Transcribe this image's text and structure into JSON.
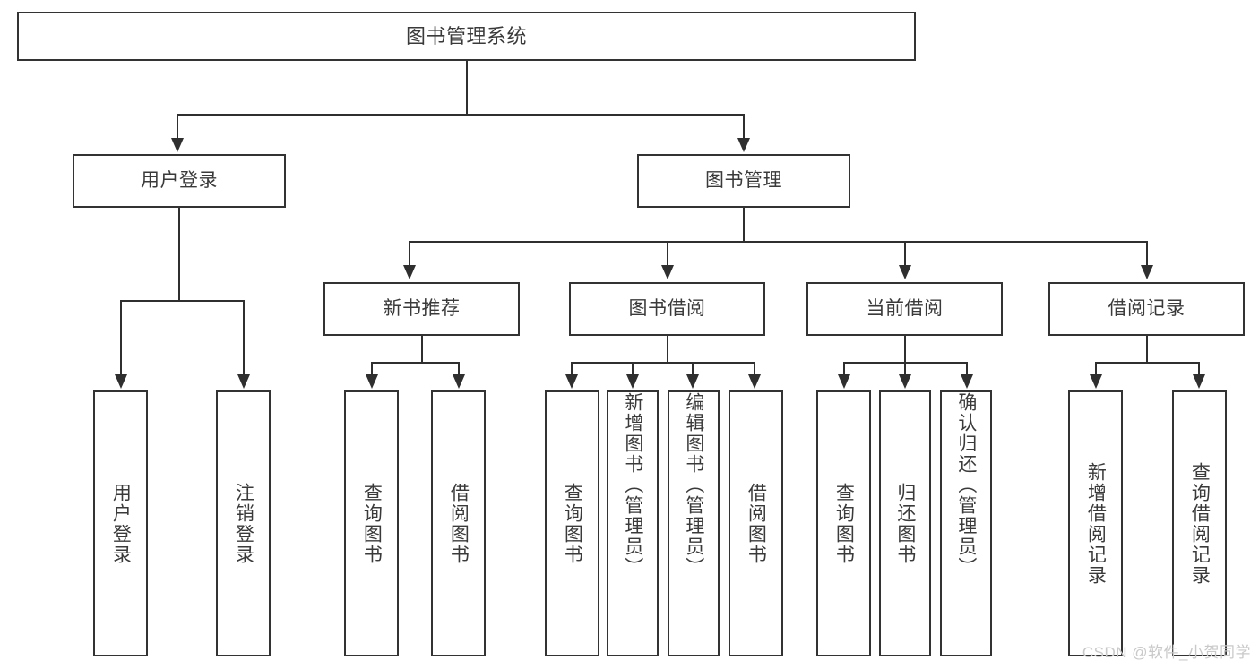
{
  "diagram": {
    "type": "tree-hierarchy-chart",
    "title": "图书管理系统",
    "watermark": "CSDN @软件_小贺同学",
    "colors": {
      "box_border": "#333333",
      "box_fill": "#ffffff",
      "connector": "#2f2f2f",
      "text": "#3a3a3a",
      "watermark": "#c9c9c9",
      "background": "#ffffff"
    }
  },
  "nodes": {
    "root": {
      "label": "图书管理系统"
    },
    "level1": [
      {
        "label": "用户登录"
      },
      {
        "label": "图书管理"
      }
    ],
    "level2": [
      {
        "label": "新书推荐"
      },
      {
        "label": "图书借阅"
      },
      {
        "label": "当前借阅"
      },
      {
        "label": "借阅记录"
      }
    ],
    "leaves": {
      "user_login": [
        {
          "label": "用户登录"
        },
        {
          "label": "注销登录"
        }
      ],
      "new_book_recommend": [
        {
          "label": "查询图书"
        },
        {
          "label": "借阅图书"
        }
      ],
      "book_borrow": [
        {
          "label": "查询图书"
        },
        {
          "label": "新增图书（管理员）"
        },
        {
          "label": "编辑图书（管理员）"
        },
        {
          "label": "借阅图书"
        }
      ],
      "current_borrow": [
        {
          "label": "查询图书"
        },
        {
          "label": "归还图书"
        },
        {
          "label": "确认归还（管理员）"
        }
      ],
      "borrow_record": [
        {
          "label": "新增借阅记录"
        },
        {
          "label": "查询借阅记录"
        }
      ]
    }
  }
}
